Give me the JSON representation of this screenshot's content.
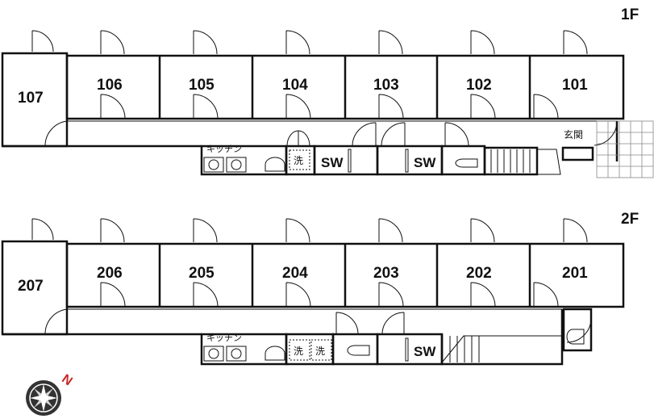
{
  "floors": {
    "first": {
      "label": "1F",
      "rooms": [
        "107",
        "106",
        "105",
        "104",
        "103",
        "102",
        "101"
      ],
      "kitchen": "キッチン",
      "wash": "洗",
      "sw1": "SW",
      "sw2": "SW",
      "entrance": "玄関"
    },
    "second": {
      "label": "2F",
      "rooms": [
        "207",
        "206",
        "205",
        "204",
        "203",
        "202",
        "201"
      ],
      "kitchen": "キッチン",
      "wash1": "洗",
      "wash2": "洗",
      "sw": "SW"
    }
  },
  "compass": {
    "direction": "N"
  },
  "colors": {
    "line": "#111111",
    "tile": "#888888",
    "compass": "#333333"
  }
}
